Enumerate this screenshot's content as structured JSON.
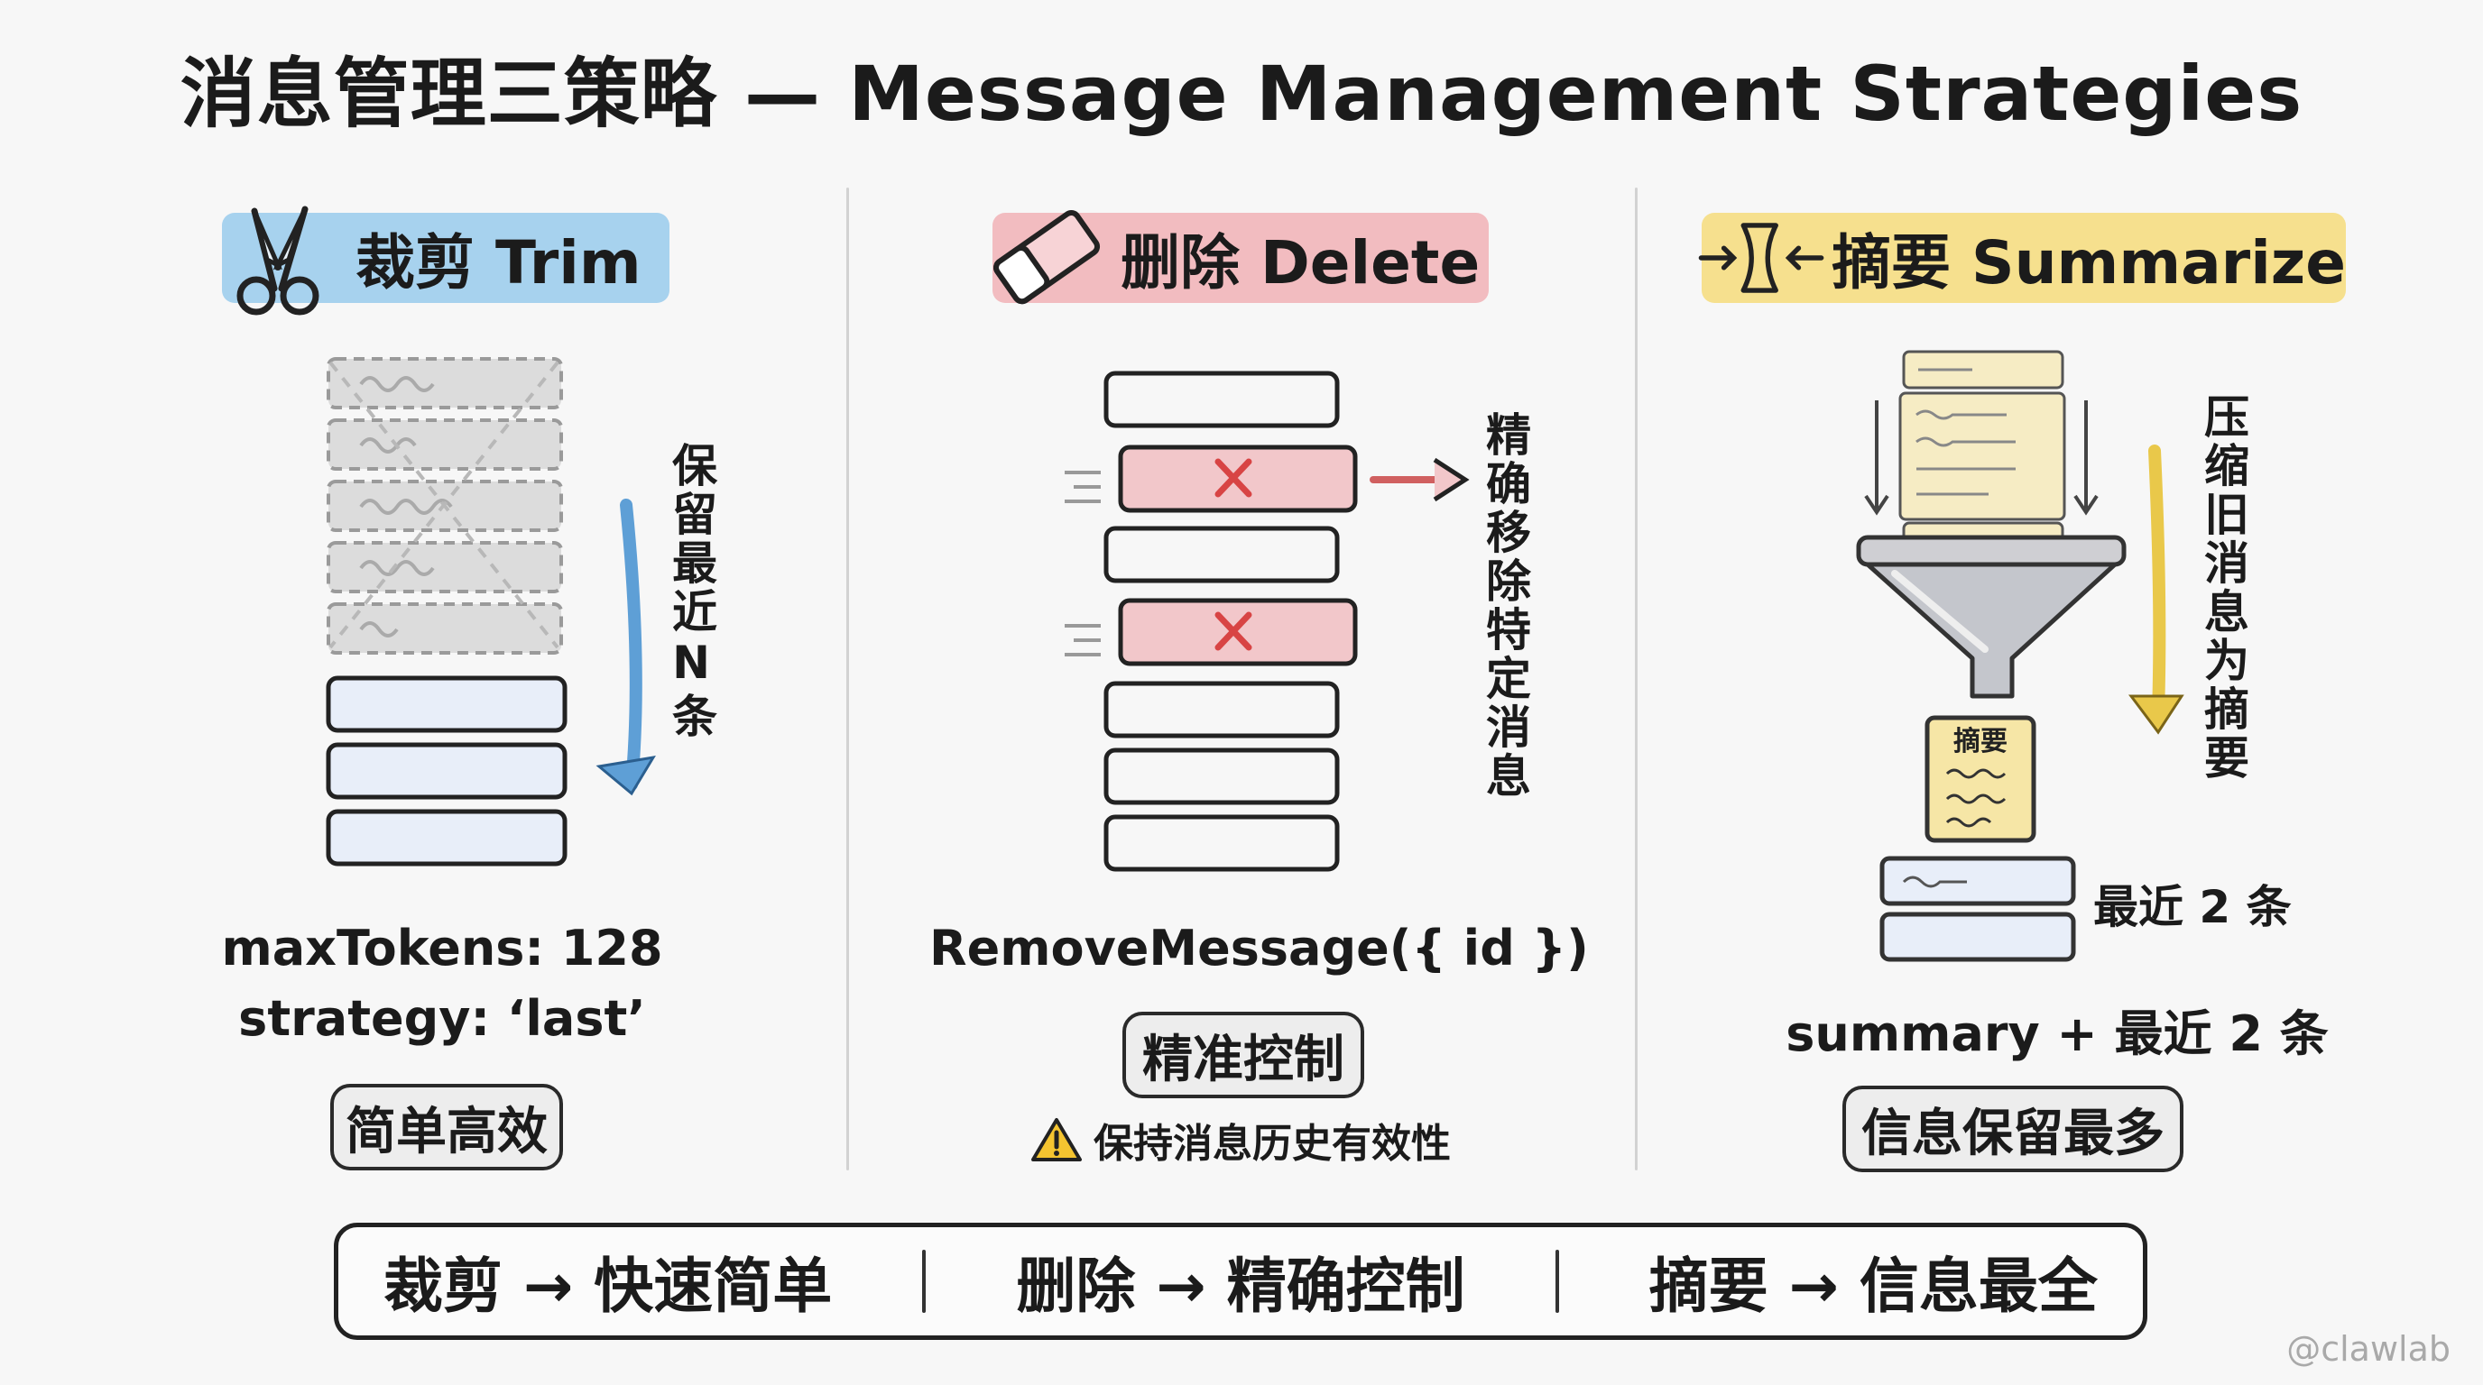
{
  "title": "消息管理三策略 — Message Management Strategies",
  "colors": {
    "trim_accent": "#a7d2ee",
    "delete_accent": "#f2bcc0",
    "summarize_accent": "#f6e08e",
    "message_fill": "#e8eef9",
    "removed_fill": "#f2c7ca",
    "summary_fill": "#f6e6a6"
  },
  "trim": {
    "icon": "scissors-icon",
    "header": "裁剪 Trim",
    "side_label": "保留最近N条",
    "config_line1": "maxTokens: 128",
    "config_line2": "strategy: ‘last’",
    "badge": "简单高效"
  },
  "delete": {
    "icon": "eraser-icon",
    "header": "删除 Delete",
    "side_label": "精确移除特定消息",
    "code": "RemoveMessage({ id })",
    "badge": "精准控制",
    "warning_icon": "warning-icon",
    "warning": "保持消息历史有效性"
  },
  "summarize": {
    "icon": "compress-icon",
    "header": "摘要 Summarize",
    "side_label": "压缩旧消息为摘要",
    "summary_card_label": "摘要",
    "recent_label": "最近 2 条",
    "formula": "summary + 最近 2 条",
    "badge": "信息保留最多"
  },
  "footer": {
    "items": [
      "裁剪 → 快速简单",
      "删除 → 精确控制",
      "摘要 → 信息最全"
    ]
  },
  "watermark": "@clawlab"
}
